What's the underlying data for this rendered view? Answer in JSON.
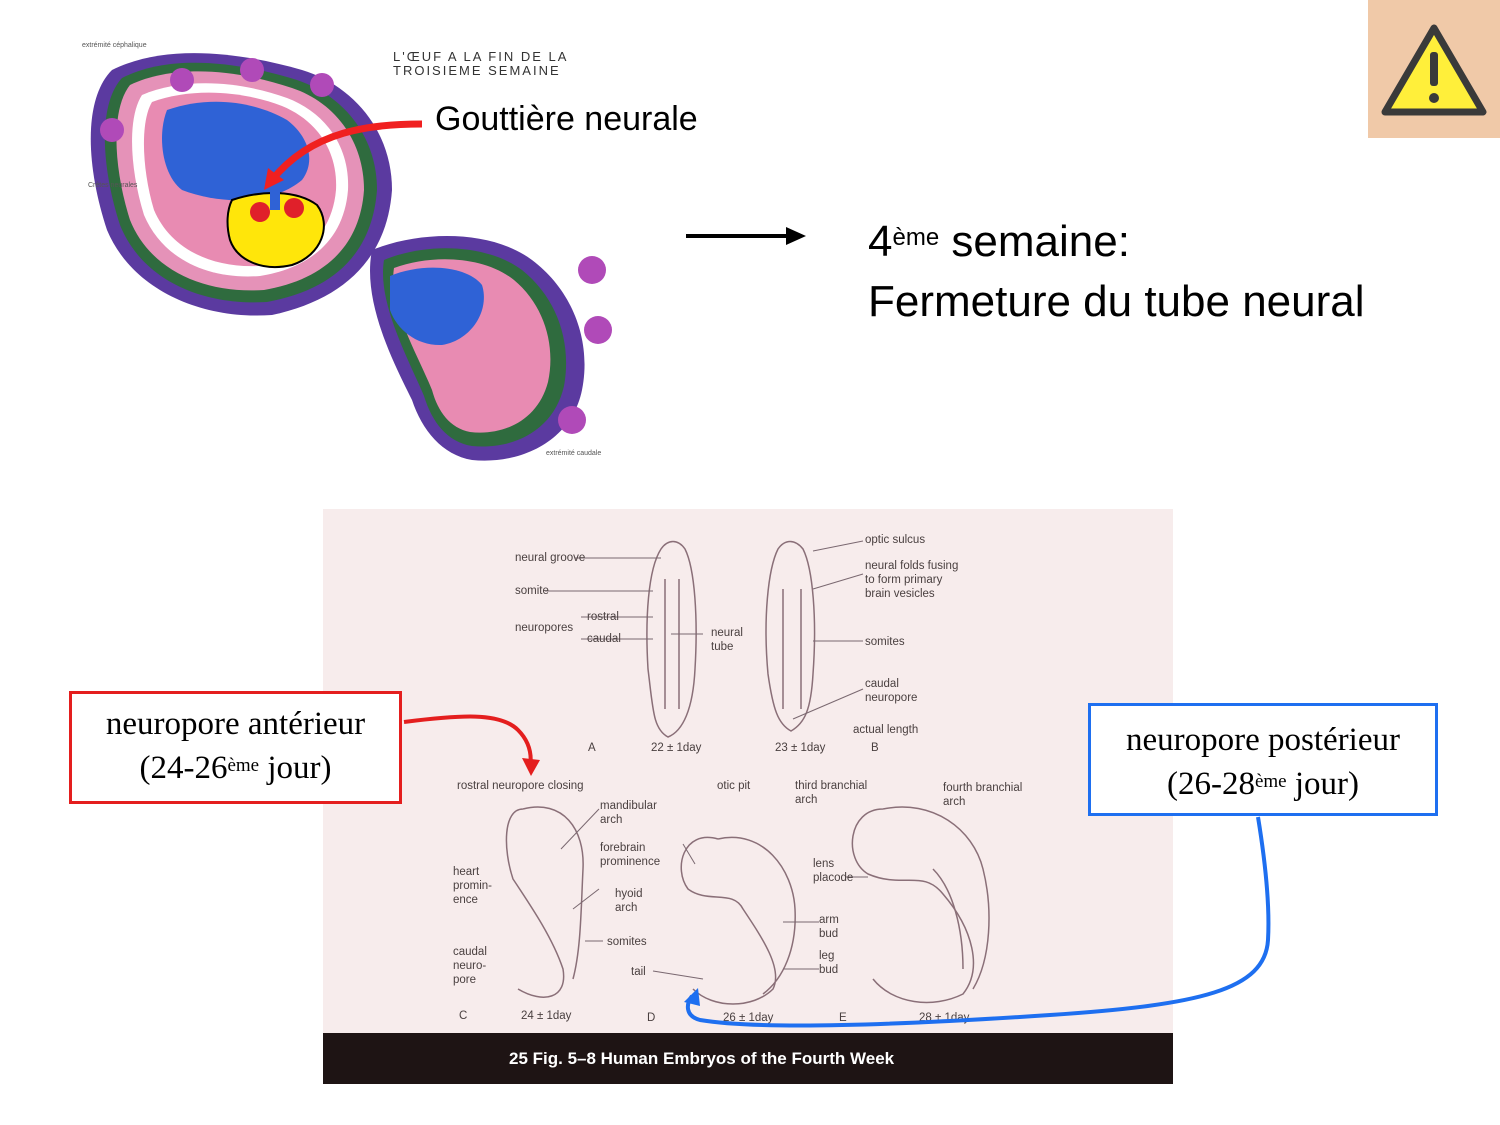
{
  "warning": {
    "icon": "warning-triangle-icon",
    "bg_color": "#f0c9a8",
    "triangle_color": "#ffef3a"
  },
  "top_figure": {
    "title": "L'ŒUF A LA FIN DE LA\nTROISIEME SEMAINE",
    "label_cephalic": "extrémité\ncéphalique",
    "label_crest": "Crêtes\nneurales",
    "label_caudal": "extrémité\ncaudale",
    "annotation": "Gouttière neurale"
  },
  "week": {
    "number": "4",
    "superscript": "ème",
    "line1_rest": " semaine:",
    "line2": "Fermeture du tube neural"
  },
  "photo": {
    "caption": "25   Fig. 5–8   Human Embryos of the Fourth Week",
    "labels": {
      "neural_groove": "neural groove",
      "somite": "somite",
      "neuropores": "neuropores",
      "rostral": "rostral",
      "caudal": "caudal",
      "neural_tube": "neural\ntube",
      "optic_sulcus": "optic sulcus",
      "neural_folds": "neural folds fusing\nto form primary\nbrain vesicles",
      "somites_top": "somites",
      "caudal_neuropore_top": "caudal\nneuropore",
      "actual_length": "actual length",
      "stage_a": "A",
      "age_a": "22 ± 1day",
      "age_b_full": "23 ± 1day",
      "stage_b": "B",
      "rostral_closing": "rostral neuropore closing",
      "mandibular": "mandibular\narch",
      "forebrain": "forebrain\nprominence",
      "heart": "heart\npromin-\nence",
      "hyoid": "hyoid\narch",
      "somites_bottom": "somites",
      "caudal_neuropore": "caudal\nneuro-\npore",
      "tail": "tail",
      "otic_pit": "otic pit",
      "third_branchial": "third branchial\narch",
      "fourth_branchial": "fourth branchial\narch",
      "lens": "lens\nplacode",
      "arm": "arm\nbud",
      "leg": "leg\nbud",
      "stage_c": "C",
      "age_c": "24 ± 1day",
      "stage_d": "D",
      "age_d": "26 ± 1day",
      "stage_e": "E",
      "age_e": "28 ± 1day"
    }
  },
  "callouts": {
    "anterior": {
      "line1": "neuropore antérieur",
      "day_range": "(24-26",
      "sup": "ème",
      "word": " jour)",
      "color": "#e41e1e"
    },
    "posterior": {
      "line1": "neuropore postérieur",
      "day_range": "(26-28",
      "sup": "ème",
      "word": " jour)",
      "color": "#1e6ff0"
    }
  }
}
